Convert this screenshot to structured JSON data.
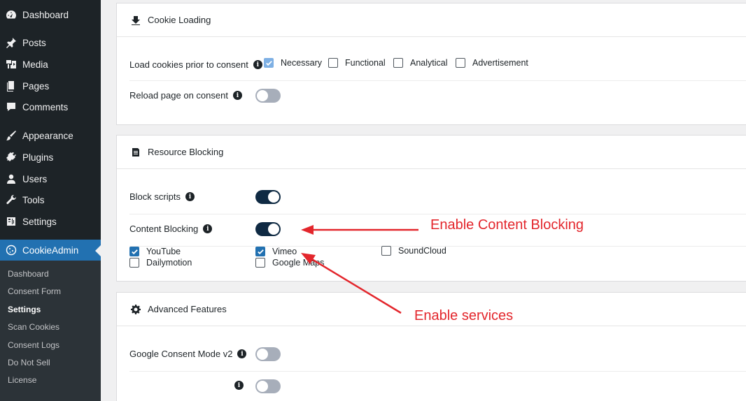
{
  "sidebar": {
    "items": [
      {
        "label": "Dashboard",
        "icon": "dashboard-icon"
      },
      {
        "label": "Posts",
        "icon": "pin-icon"
      },
      {
        "label": "Media",
        "icon": "media-icon"
      },
      {
        "label": "Pages",
        "icon": "pages-icon"
      },
      {
        "label": "Comments",
        "icon": "comment-icon"
      },
      {
        "label": "Appearance",
        "icon": "brush-icon"
      },
      {
        "label": "Plugins",
        "icon": "plug-icon"
      },
      {
        "label": "Users",
        "icon": "user-icon"
      },
      {
        "label": "Tools",
        "icon": "wrench-icon"
      },
      {
        "label": "Settings",
        "icon": "settings-icon"
      },
      {
        "label": "CookieAdmin",
        "icon": "cookie-icon"
      }
    ],
    "submenu": [
      "Dashboard",
      "Consent Form",
      "Settings",
      "Scan Cookies",
      "Consent Logs",
      "Do Not Sell",
      "License"
    ],
    "submenu_current": "Settings"
  },
  "cookie_loading": {
    "title": "Cookie Loading",
    "load_label": "Load cookies prior to consent",
    "options": [
      {
        "label": "Necessary",
        "checked": true
      },
      {
        "label": "Functional",
        "checked": false
      },
      {
        "label": "Analytical",
        "checked": false
      },
      {
        "label": "Advertisement",
        "checked": false
      }
    ],
    "reload_label": "Reload page on consent",
    "reload_on": false
  },
  "resource_blocking": {
    "title": "Resource Blocking",
    "block_scripts_label": "Block scripts",
    "block_scripts_on": true,
    "content_blocking_label": "Content Blocking",
    "content_blocking_on": true,
    "services": [
      {
        "label": "YouTube",
        "checked": true
      },
      {
        "label": "Vimeo",
        "checked": true
      },
      {
        "label": "SoundCloud",
        "checked": false
      },
      {
        "label": "Dailymotion",
        "checked": false
      },
      {
        "label": "Google Maps",
        "checked": false
      }
    ]
  },
  "advanced": {
    "title": "Advanced Features",
    "gcm_label": "Google Consent Mode v2",
    "gcm_on": false
  },
  "annotations": {
    "content_blocking": "Enable Content Blocking",
    "services": "Enable services",
    "color": "#e3262c"
  },
  "info_glyph": "i"
}
